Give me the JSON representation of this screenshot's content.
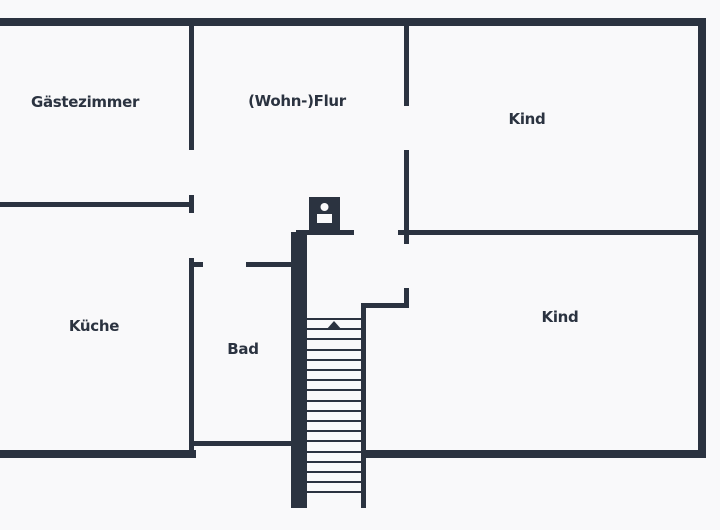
{
  "colors": {
    "wall": "#2b3340",
    "background": "#f9f9fa"
  },
  "rooms": [
    {
      "label": "Gästezimmer"
    },
    {
      "label": "(Wohn-)Flur"
    },
    {
      "label": "Kind"
    },
    {
      "label": "Küche"
    },
    {
      "label": "Bad"
    },
    {
      "label": "Kind"
    }
  ]
}
